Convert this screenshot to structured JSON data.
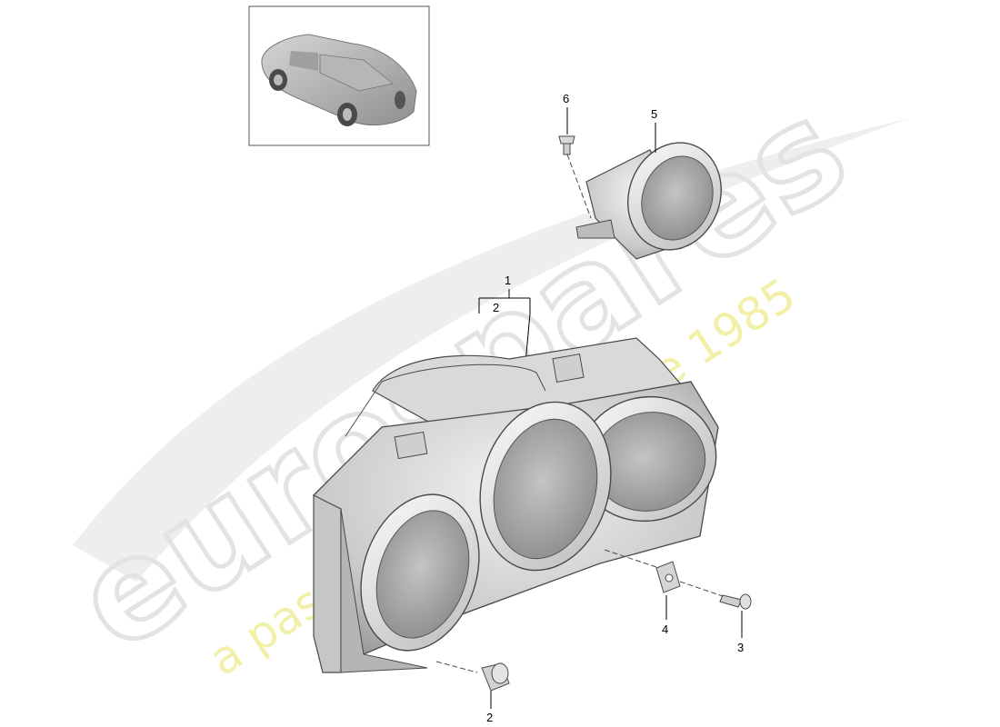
{
  "watermark": {
    "brand": "eurospares",
    "tagline": "a passion for parts since 1985"
  },
  "callouts": {
    "c1": "1",
    "c2_bracket": "2",
    "c2_bottom": "2",
    "c3": "3",
    "c4": "4",
    "c5": "5",
    "c6": "6"
  },
  "colors": {
    "watermark_gray": "#e6e6e6",
    "watermark_yellow": "#f2f0a8",
    "part_fill": "#dcdcdc",
    "part_stroke": "#4a4a4a"
  }
}
